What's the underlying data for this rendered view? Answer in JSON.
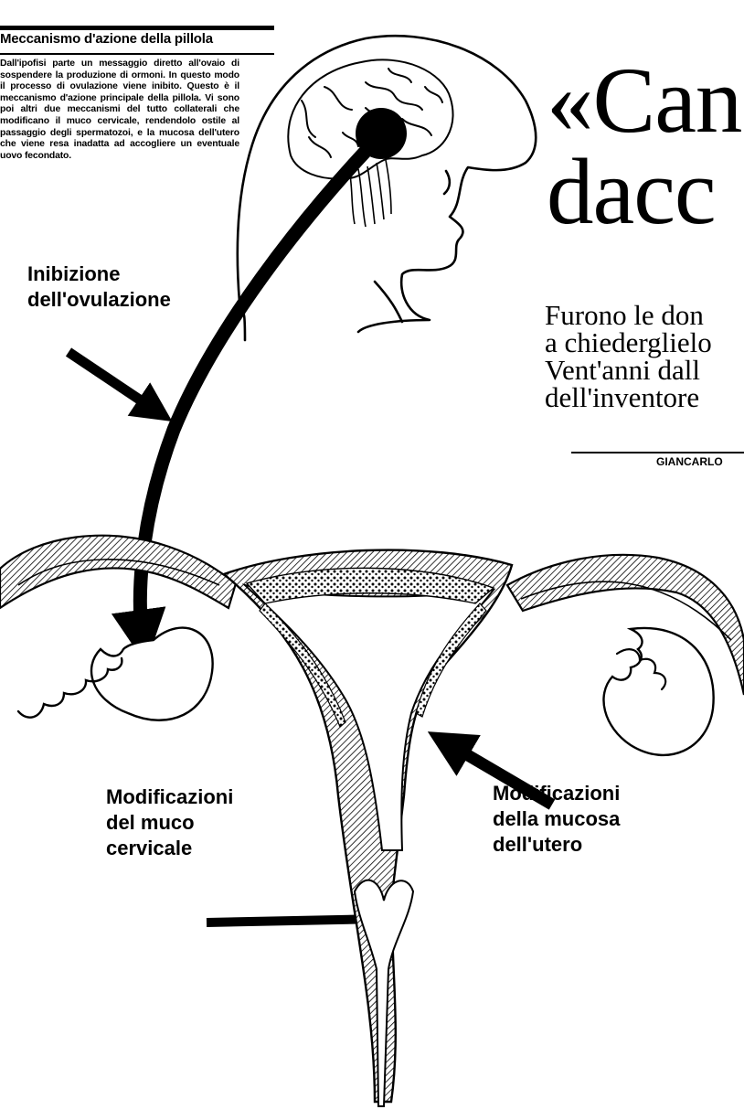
{
  "sidebar_box": {
    "title": "Meccanismo d'azione della pillola",
    "body": "Dall'ipofisi parte un messaggio diretto all'ovaio di sospendere la produzione di ormoni. In questo modo il processo di ovulazione viene inibito. Questo è il meccanismo d'azione principale della pillola. Vi sono poi altri due meccanismi del tutto collaterali che modificano il muco cervicale, rendendolo ostile al passaggio degli spermatozoi, e la mucosa dell'utero che viene resa inadatta ad accogliere un eventuale uovo fecondato."
  },
  "headline": "«Can\ndacc",
  "subhead": "Furono le don\na chiederglielo\nVent'anni dall\ndell'inventore",
  "byline": "GIANCARLO",
  "labels": {
    "ovulation": "Inibizione\ndell'ovulazione",
    "cervical_mucus": "Modificazioni\ndel muco\ncervicale",
    "uterine_lining": "Modificazioni\ndella mucosa\ndell'utero"
  },
  "colors": {
    "ink": "#000000",
    "paper": "#ffffff"
  }
}
